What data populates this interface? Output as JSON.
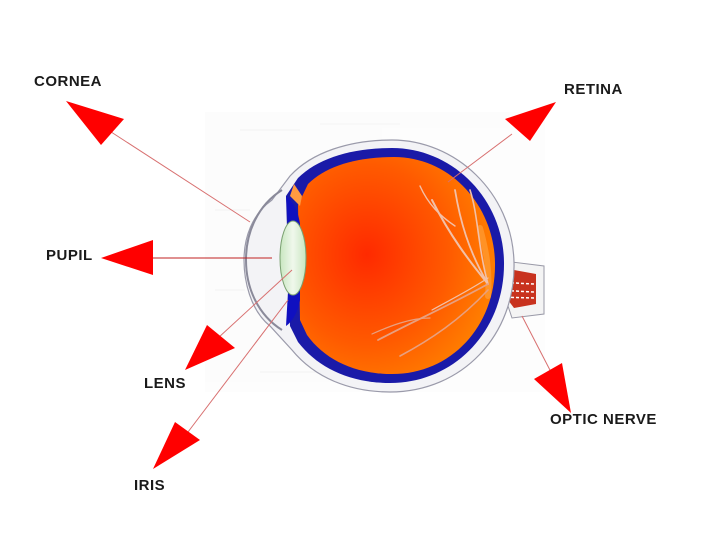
{
  "labels": {
    "cornea": "CORNEA",
    "retina": "RETINA",
    "pupil": "PUPIL",
    "lens": "LENS",
    "iris": "IRIS",
    "optic_nerve": "OPTIC NERVE"
  },
  "colors": {
    "arrow": "#ff0000",
    "eyeball_fill": "#ff5a00",
    "choroid_blue": "#1a1aa8",
    "sclera": "#f2f2f2",
    "lens": "#dff0dc",
    "optic_nerve": "#c8321e",
    "leader_line": "#d04040"
  }
}
